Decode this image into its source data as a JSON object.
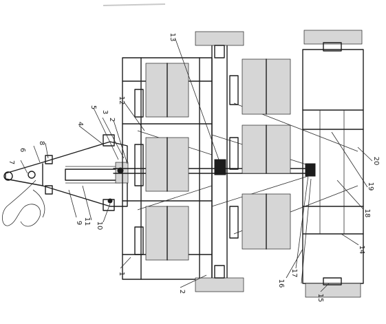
{
  "figure": {
    "part_labels": [
      "1",
      "2",
      "3",
      "4",
      "5",
      "6",
      "7",
      "8",
      "9",
      "10",
      "11",
      "12",
      "13",
      "14",
      "15",
      "16",
      "17",
      "18",
      "19",
      "20"
    ]
  }
}
